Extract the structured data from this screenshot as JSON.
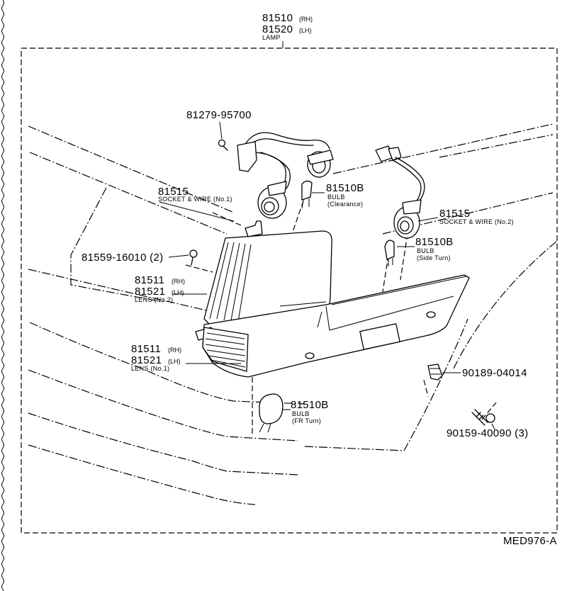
{
  "title": {
    "part_rh": "81510",
    "rh_suffix": "(RH)",
    "part_lh": "81520",
    "lh_suffix": "(LH)",
    "name": "LAMP"
  },
  "callouts": {
    "screw_top": "81279-95700",
    "socket_no1_part": "81515",
    "socket_no1_name": "SOCKET & WIRE (No.1)",
    "bulb_clearance_part": "81510B",
    "bulb_clearance_name": "BULB",
    "bulb_clearance_desc": "(Clearance)",
    "socket_no2_part": "81515",
    "socket_no2_name": "SOCKET & WIRE (No.2)",
    "bulb_side_part": "81510B",
    "bulb_side_name": "BULB",
    "bulb_side_desc": "(Side Turn)",
    "screw_left": "81559-16010 (2)",
    "lens2_part_rh": "81511",
    "lens2_rh_suffix": "(RH)",
    "lens2_part_lh": "81521",
    "lens2_lh_suffix": "(LH)",
    "lens2_name": "LENS (No.2)",
    "lens1_part_rh": "81511",
    "lens1_rh_suffix": "(RH)",
    "lens1_part_lh": "81521",
    "lens1_lh_suffix": "(LH)",
    "lens1_name": "LENS (No.1)",
    "clip": "90189-04014",
    "bulb_fr_part": "81510B",
    "bulb_fr_name": "BULB",
    "bulb_fr_desc": "(FR Turn)",
    "screw_bottom": "90159-40090 (3)"
  },
  "figure_code": "MED976-A"
}
